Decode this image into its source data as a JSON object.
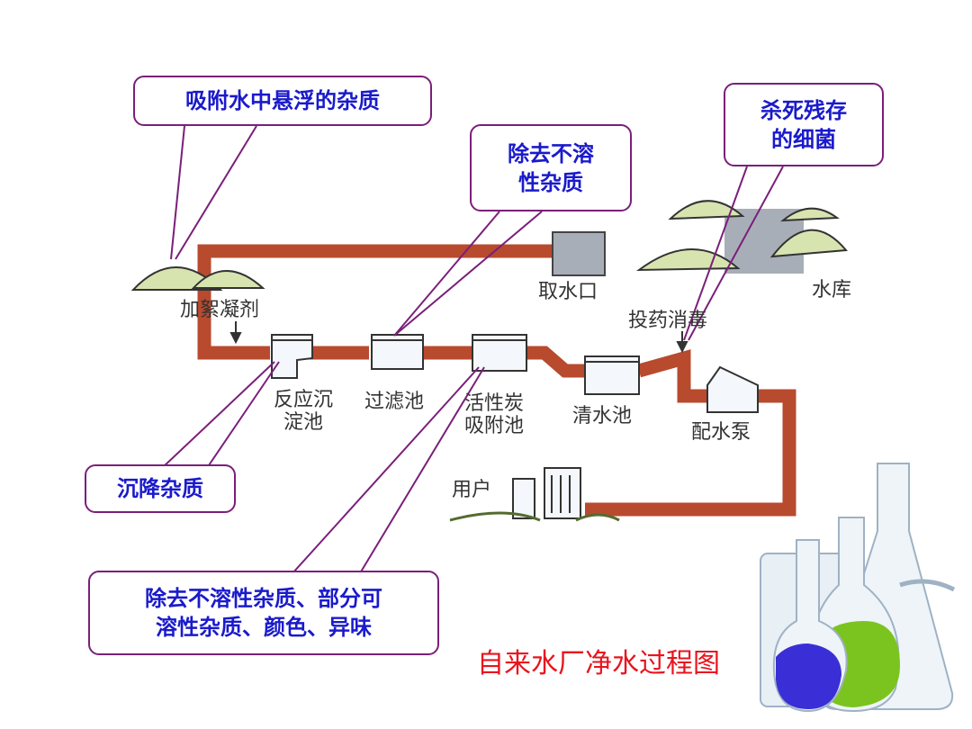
{
  "callouts": {
    "adsorb": "吸附水中悬浮的杂质",
    "filter_line1": "除去不溶",
    "filter_line2": "性杂质",
    "disinfect_line1": "杀死残存",
    "disinfect_line2": "的细菌",
    "settle": "沉降杂质",
    "carbon_line1": "除去不溶性杂质、部分可",
    "carbon_line2": "溶性杂质、颜色、异味"
  },
  "labels": {
    "coagulant": "加絮凝剂",
    "intake": "取水口",
    "reservoir": "水库",
    "dosing": "投药消毒",
    "sediment_line1": "反应沉",
    "sediment_line2": "淀池",
    "filter_tank": "过滤池",
    "carbon_line1": "活性炭",
    "carbon_line2": "吸附池",
    "clear_tank": "清水池",
    "pump": "配水泵",
    "user": "用户"
  },
  "title": "自来水厂净水过程图",
  "colors": {
    "pipe": "#b84a2e",
    "callout_border": "#7a1f7a",
    "callout_text": "#1a1acc",
    "title": "#e8141e",
    "hill_fill": "#d8e4b0",
    "reservoir_fill": "#a8aeb8"
  }
}
